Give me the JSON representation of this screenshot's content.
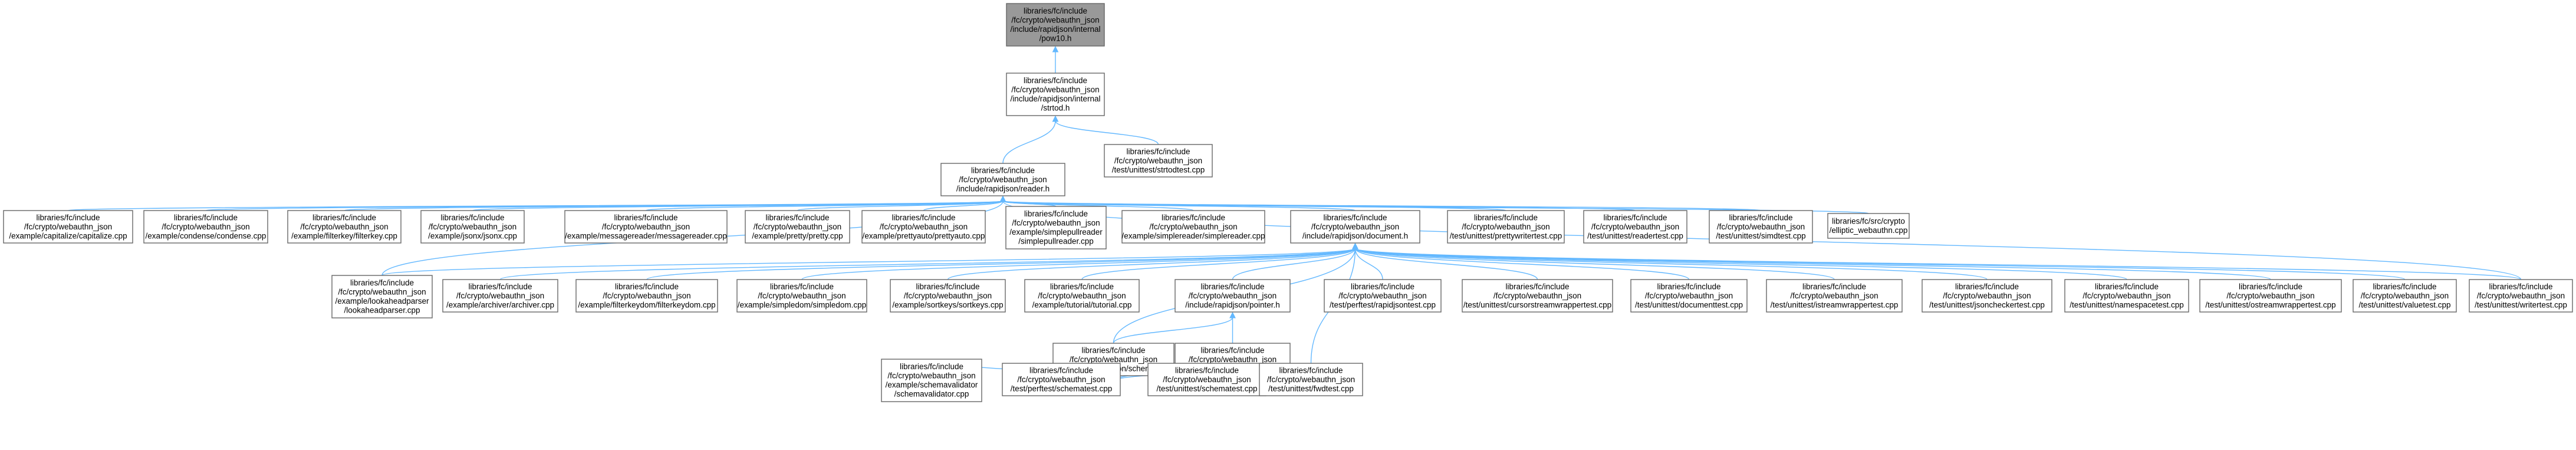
{
  "colors": {
    "edge": "#63b8ff",
    "root_fill": "#999999",
    "node_border": "#666666"
  },
  "nodes": [
    {
      "id": "pow10",
      "root": true,
      "lines": [
        "libraries/fc/include",
        "/fc/crypto/webauthn_json",
        "/include/rapidjson/internal",
        "/pow10.h"
      ]
    },
    {
      "id": "strtod",
      "lines": [
        "libraries/fc/include",
        "/fc/crypto/webauthn_json",
        "/include/rapidjson/internal",
        "/strtod.h"
      ]
    },
    {
      "id": "strtodtest",
      "lines": [
        "libraries/fc/include",
        "/fc/crypto/webauthn_json",
        "/test/unittest/strtodtest.cpp"
      ]
    },
    {
      "id": "reader",
      "lines": [
        "libraries/fc/include",
        "/fc/crypto/webauthn_json",
        "/include/rapidjson/reader.h"
      ]
    },
    {
      "id": "capitalize",
      "lines": [
        "libraries/fc/include",
        "/fc/crypto/webauthn_json",
        "/example/capitalize/capitalize.cpp"
      ]
    },
    {
      "id": "condense",
      "lines": [
        "libraries/fc/include",
        "/fc/crypto/webauthn_json",
        "/example/condense/condense.cpp"
      ]
    },
    {
      "id": "filterkey",
      "lines": [
        "libraries/fc/include",
        "/fc/crypto/webauthn_json",
        "/example/filterkey/filterkey.cpp"
      ]
    },
    {
      "id": "jsonx",
      "lines": [
        "libraries/fc/include",
        "/fc/crypto/webauthn_json",
        "/example/jsonx/jsonx.cpp"
      ]
    },
    {
      "id": "messagereader",
      "lines": [
        "libraries/fc/include",
        "/fc/crypto/webauthn_json",
        "/example/messagereader/messagereader.cpp"
      ]
    },
    {
      "id": "pretty",
      "lines": [
        "libraries/fc/include",
        "/fc/crypto/webauthn_json",
        "/example/pretty/pretty.cpp"
      ]
    },
    {
      "id": "prettyauto",
      "lines": [
        "libraries/fc/include",
        "/fc/crypto/webauthn_json",
        "/example/prettyauto/prettyauto.cpp"
      ]
    },
    {
      "id": "simplepullreader",
      "lines": [
        "libraries/fc/include",
        "/fc/crypto/webauthn_json",
        "/example/simplepullreader",
        "/simplepullreader.cpp"
      ]
    },
    {
      "id": "simplereader",
      "lines": [
        "libraries/fc/include",
        "/fc/crypto/webauthn_json",
        "/example/simplereader/simplereader.cpp"
      ]
    },
    {
      "id": "document",
      "lines": [
        "libraries/fc/include",
        "/fc/crypto/webauthn_json",
        "/include/rapidjson/document.h"
      ]
    },
    {
      "id": "prettywritertest",
      "lines": [
        "libraries/fc/include",
        "/fc/crypto/webauthn_json",
        "/test/unittest/prettywritertest.cpp"
      ]
    },
    {
      "id": "readertest",
      "lines": [
        "libraries/fc/include",
        "/fc/crypto/webauthn_json",
        "/test/unittest/readertest.cpp"
      ]
    },
    {
      "id": "simdtest",
      "lines": [
        "libraries/fc/include",
        "/fc/crypto/webauthn_json",
        "/test/unittest/simdtest.cpp"
      ]
    },
    {
      "id": "elliptic",
      "lines": [
        "libraries/fc/src/crypto",
        "/elliptic_webauthn.cpp"
      ]
    },
    {
      "id": "lookaheadparser",
      "lines": [
        "libraries/fc/include",
        "/fc/crypto/webauthn_json",
        "/example/lookaheadparser",
        "/lookaheadparser.cpp"
      ]
    },
    {
      "id": "archiver",
      "lines": [
        "libraries/fc/include",
        "/fc/crypto/webauthn_json",
        "/example/archiver/archiver.cpp"
      ]
    },
    {
      "id": "filterkeydom",
      "lines": [
        "libraries/fc/include",
        "/fc/crypto/webauthn_json",
        "/example/filterkeydom/filterkeydom.cpp"
      ]
    },
    {
      "id": "simpledom",
      "lines": [
        "libraries/fc/include",
        "/fc/crypto/webauthn_json",
        "/example/simpledom/simpledom.cpp"
      ]
    },
    {
      "id": "sortkeys",
      "lines": [
        "libraries/fc/include",
        "/fc/crypto/webauthn_json",
        "/example/sortkeys/sortkeys.cpp"
      ]
    },
    {
      "id": "tutorial",
      "lines": [
        "libraries/fc/include",
        "/fc/crypto/webauthn_json",
        "/example/tutorial/tutorial.cpp"
      ]
    },
    {
      "id": "pointer",
      "lines": [
        "libraries/fc/include",
        "/fc/crypto/webauthn_json",
        "/include/rapidjson/pointer.h"
      ]
    },
    {
      "id": "rapidjsontest",
      "lines": [
        "libraries/fc/include",
        "/fc/crypto/webauthn_json",
        "/test/perftest/rapidjsontest.cpp"
      ]
    },
    {
      "id": "cursorstreamwrappertest",
      "lines": [
        "libraries/fc/include",
        "/fc/crypto/webauthn_json",
        "/test/unittest/cursorstreamwrappertest.cpp"
      ]
    },
    {
      "id": "documenttest",
      "lines": [
        "libraries/fc/include",
        "/fc/crypto/webauthn_json",
        "/test/unittest/documenttest.cpp"
      ]
    },
    {
      "id": "istreamwrappertest",
      "lines": [
        "libraries/fc/include",
        "/fc/crypto/webauthn_json",
        "/test/unittest/istreamwrappertest.cpp"
      ]
    },
    {
      "id": "jsoncheckertest",
      "lines": [
        "libraries/fc/include",
        "/fc/crypto/webauthn_json",
        "/test/unittest/jsoncheckertest.cpp"
      ]
    },
    {
      "id": "namespacetest",
      "lines": [
        "libraries/fc/include",
        "/fc/crypto/webauthn_json",
        "/test/unittest/namespacetest.cpp"
      ]
    },
    {
      "id": "ostreamwrappertest",
      "lines": [
        "libraries/fc/include",
        "/fc/crypto/webauthn_json",
        "/test/unittest/ostreamwrappertest.cpp"
      ]
    },
    {
      "id": "valuetest",
      "lines": [
        "libraries/fc/include",
        "/fc/crypto/webauthn_json",
        "/test/unittest/valuetest.cpp"
      ]
    },
    {
      "id": "writertest",
      "lines": [
        "libraries/fc/include",
        "/fc/crypto/webauthn_json",
        "/test/unittest/writertest.cpp"
      ]
    },
    {
      "id": "schema",
      "lines": [
        "libraries/fc/include",
        "/fc/crypto/webauthn_json",
        "/include/rapidjson/schema.h"
      ]
    },
    {
      "id": "pointertest",
      "lines": [
        "libraries/fc/include",
        "/fc/crypto/webauthn_json",
        "/test/unittest/pointertest.cpp"
      ]
    },
    {
      "id": "schemavalidator",
      "lines": [
        "libraries/fc/include",
        "/fc/crypto/webauthn_json",
        "/example/schemavalidator",
        "/schemavalidator.cpp"
      ]
    },
    {
      "id": "perfschematest",
      "lines": [
        "libraries/fc/include",
        "/fc/crypto/webauthn_json",
        "/test/perftest/schematest.cpp"
      ]
    },
    {
      "id": "unitschematest",
      "lines": [
        "libraries/fc/include",
        "/fc/crypto/webauthn_json",
        "/test/unittest/schematest.cpp"
      ]
    },
    {
      "id": "fwdtest",
      "lines": [
        "libraries/fc/include",
        "/fc/crypto/webauthn_json",
        "/test/unittest/fwdtest.cpp"
      ]
    }
  ],
  "edges": [
    [
      "pow10",
      "strtod"
    ],
    [
      "strtod",
      "reader"
    ],
    [
      "strtod",
      "strtodtest"
    ],
    [
      "reader",
      "capitalize"
    ],
    [
      "reader",
      "condense"
    ],
    [
      "reader",
      "filterkey"
    ],
    [
      "reader",
      "jsonx"
    ],
    [
      "reader",
      "messagereader"
    ],
    [
      "reader",
      "pretty"
    ],
    [
      "reader",
      "prettyauto"
    ],
    [
      "reader",
      "simplepullreader"
    ],
    [
      "reader",
      "simplereader"
    ],
    [
      "reader",
      "document"
    ],
    [
      "reader",
      "prettywritertest"
    ],
    [
      "reader",
      "readertest"
    ],
    [
      "reader",
      "simdtest"
    ],
    [
      "reader",
      "elliptic"
    ],
    [
      "reader",
      "lookaheadparser"
    ],
    [
      "reader",
      "writertest"
    ],
    [
      "document",
      "lookaheadparser"
    ],
    [
      "document",
      "archiver"
    ],
    [
      "document",
      "filterkeydom"
    ],
    [
      "document",
      "simpledom"
    ],
    [
      "document",
      "sortkeys"
    ],
    [
      "document",
      "tutorial"
    ],
    [
      "document",
      "pointer"
    ],
    [
      "document",
      "rapidjsontest"
    ],
    [
      "document",
      "cursorstreamwrappertest"
    ],
    [
      "document",
      "documenttest"
    ],
    [
      "document",
      "istreamwrappertest"
    ],
    [
      "document",
      "jsoncheckertest"
    ],
    [
      "document",
      "namespacetest"
    ],
    [
      "document",
      "ostreamwrappertest"
    ],
    [
      "document",
      "valuetest"
    ],
    [
      "document",
      "writertest"
    ],
    [
      "document",
      "schema"
    ],
    [
      "document",
      "fwdtest"
    ],
    [
      "pointer",
      "schema"
    ],
    [
      "pointer",
      "pointertest"
    ],
    [
      "schema",
      "schemavalidator"
    ],
    [
      "schema",
      "perfschematest"
    ],
    [
      "schema",
      "unitschematest"
    ],
    [
      "schema",
      "fwdtest"
    ]
  ]
}
